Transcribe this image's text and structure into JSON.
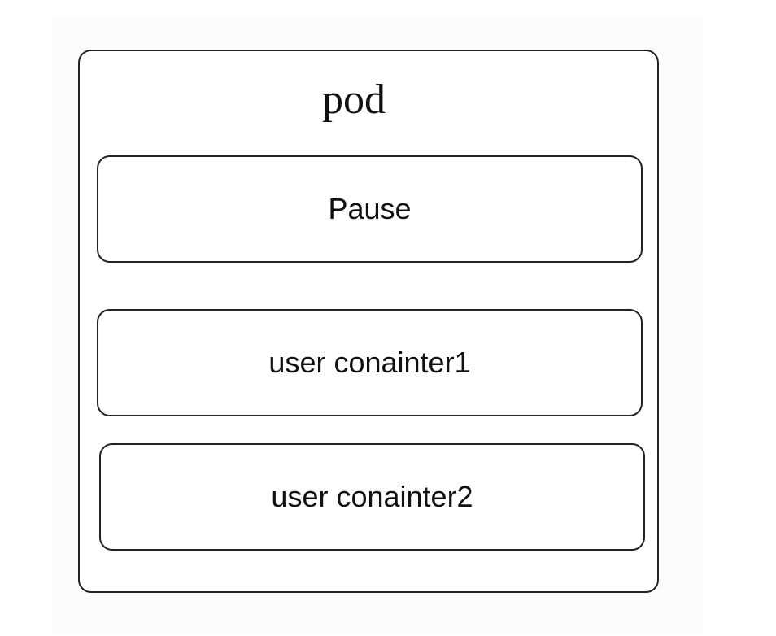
{
  "diagram": {
    "title": "pod",
    "containers": [
      {
        "label": "Pause"
      },
      {
        "label": "user conainter1"
      },
      {
        "label": "user conainter2"
      }
    ]
  },
  "colors": {
    "background": "#ffffff",
    "outer_panel": "#fbfbfb",
    "border": "#222222",
    "text": "#111111"
  }
}
